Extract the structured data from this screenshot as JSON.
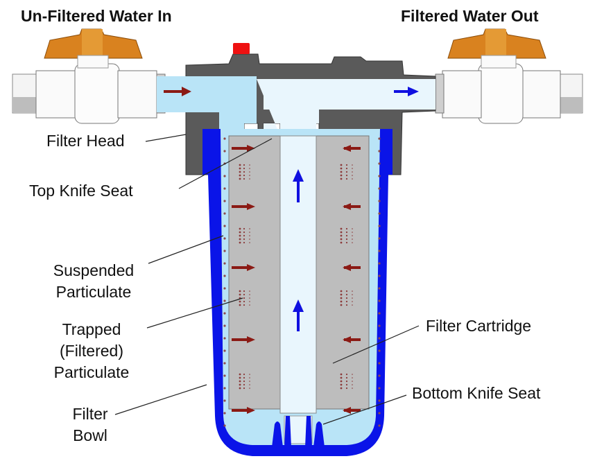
{
  "diagram": {
    "title_in": "Un-Filtered Water In",
    "title_out": "Filtered Water Out",
    "labels": {
      "filter_head": "Filter Head",
      "top_knife_seat": "Top Knife Seat",
      "suspended_1": "Suspended",
      "suspended_2": "Particulate",
      "trapped_1": "Trapped",
      "trapped_2": "(Filtered)",
      "trapped_3": "Particulate",
      "bowl_1": "Filter",
      "bowl_2": "Bowl",
      "filter_cartridge": "Filter Cartridge",
      "bottom_knife_seat": "Bottom Knife Seat"
    },
    "colors": {
      "bowl": "#0a14e8",
      "water": "#b9e4f7",
      "clean_water": "#e9f6fd",
      "head": "#5a5a5a",
      "cartridge": "#bdbdbd",
      "valve_handle": "#d9821f",
      "red_arrow": "#8b1a14",
      "blue_arrow": "#1010e0",
      "relief_button": "#ee1111"
    }
  }
}
